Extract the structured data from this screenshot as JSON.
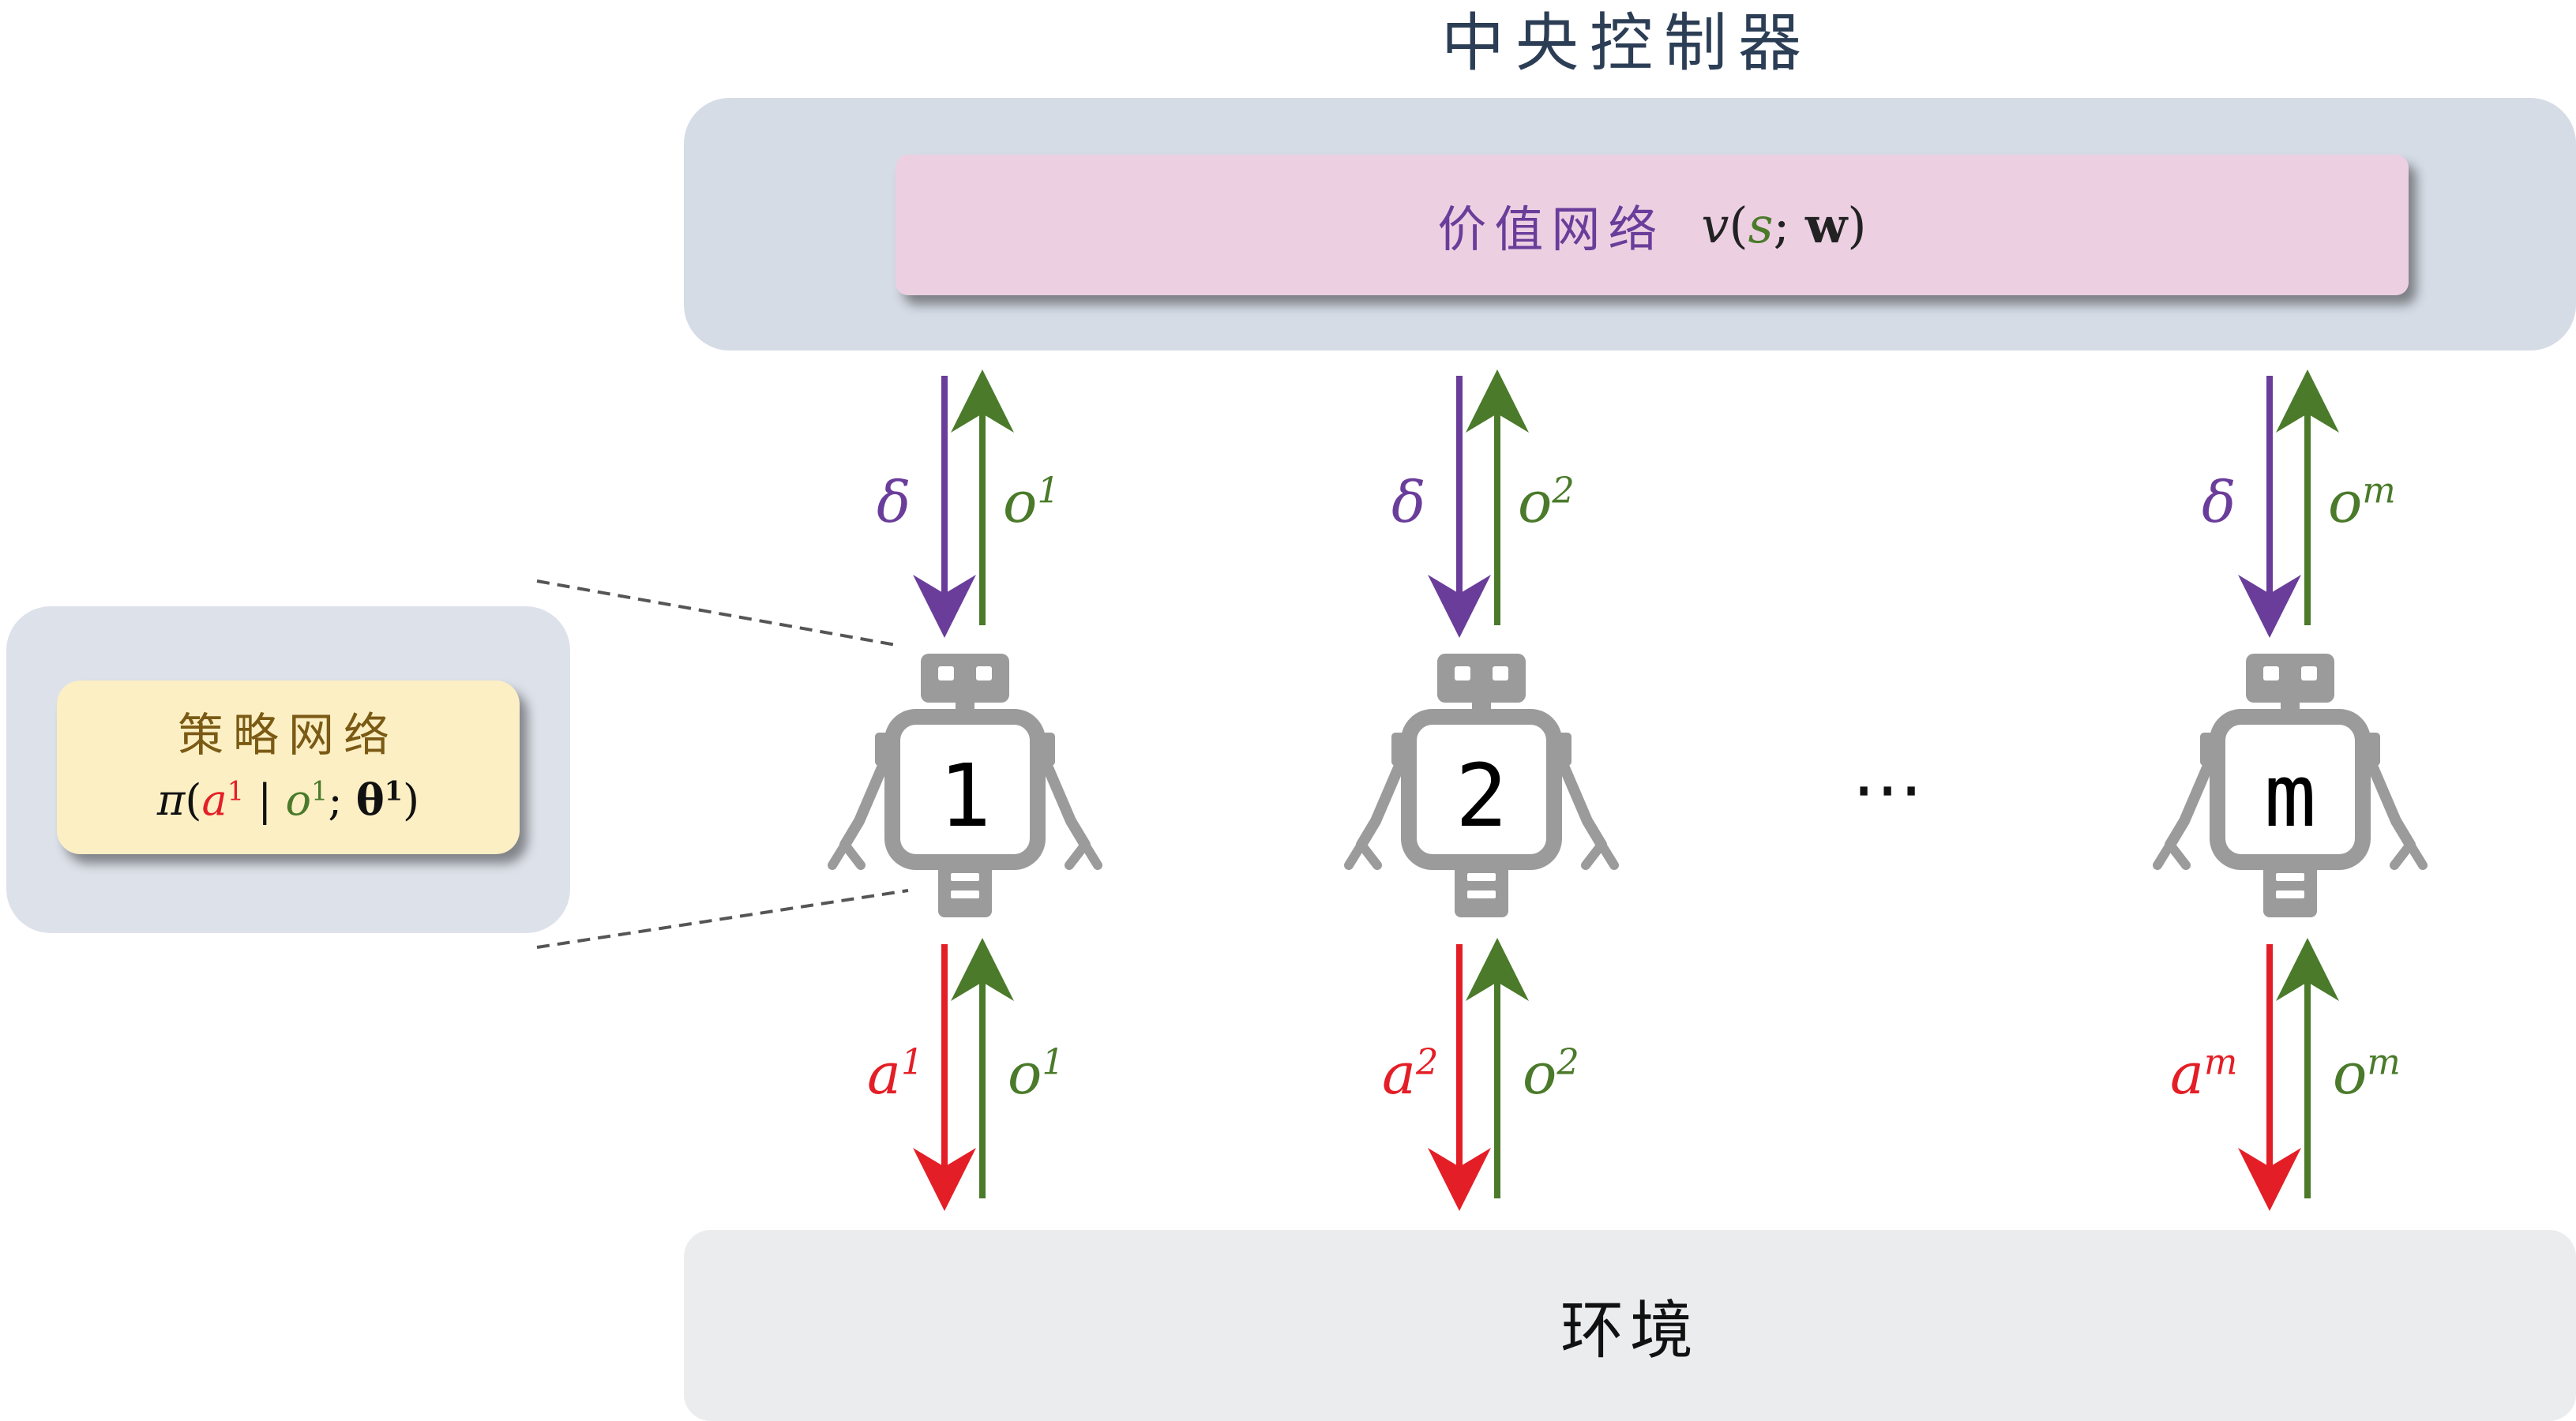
{
  "title": "中央控制器",
  "value_network": {
    "label": "价值网络",
    "func": "v",
    "open": "(",
    "state": "s",
    "sep": "; ",
    "param": "w",
    "close": ")"
  },
  "environment": "环境",
  "policy_network": {
    "label": "策略网络",
    "func": "π",
    "open": "(",
    "action": "a",
    "action_sup": "1",
    "given": " | ",
    "obs": "o",
    "obs_sup": "1",
    "sep": "; ",
    "param": "θ",
    "param_sup": "1",
    "close": ")"
  },
  "ellipsis": "⋯",
  "colors": {
    "purple": "#6a3d9a",
    "green": "#4a7a2a",
    "red": "#e41e26",
    "robot_gray": "#9b9b9b",
    "central_bg": "#d6dce6",
    "value_bg": "#ecd0e2",
    "policy_bg": "#fcefc4",
    "env_bg": "#ebeced"
  },
  "agents": [
    {
      "id": "1",
      "top_down": "δ",
      "top_up": "o",
      "top_up_sup": "1",
      "bottom_down": "a",
      "bottom_down_sup": "1",
      "bottom_up": "o",
      "bottom_up_sup": "1"
    },
    {
      "id": "2",
      "top_down": "δ",
      "top_up": "o",
      "top_up_sup": "2",
      "bottom_down": "a",
      "bottom_down_sup": "2",
      "bottom_up": "o",
      "bottom_up_sup": "2"
    },
    {
      "id": "m",
      "top_down": "δ",
      "top_up": "o",
      "top_up_sup": "m",
      "bottom_down": "a",
      "bottom_down_sup": "m",
      "bottom_up": "o",
      "bottom_up_sup": "m"
    }
  ]
}
